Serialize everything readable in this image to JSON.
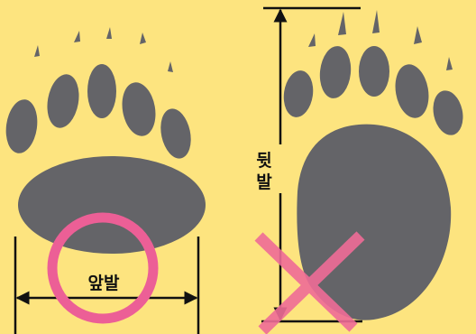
{
  "labels": {
    "front_paw": "앞발",
    "hind_paw_line1": "뒷",
    "hind_paw_line2": "발"
  },
  "colors": {
    "background": "#fde47f",
    "paw": "#646468",
    "circle_mark": "#ec5f96",
    "x_mark": "#ef6c97",
    "lines": "#111111"
  }
}
